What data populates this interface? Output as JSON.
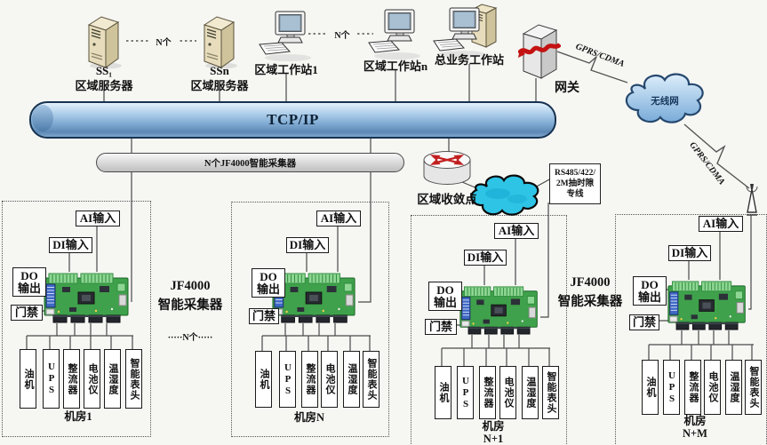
{
  "diagram": {
    "buses": {
      "tcpip_label": "TCP/IP",
      "collector_bus_label": "N个JF4000智能采集器"
    },
    "servers": {
      "s1_title": "SS₁",
      "s1_label": "区域服务器",
      "sn_title": "SSn",
      "sn_label": "区域服务器",
      "repeat_note": "N个"
    },
    "workstations": {
      "ws1_label": "区域工作站1",
      "wsn_label": "区域工作站n",
      "repeat_note": "N个",
      "biz_label": "总业务工作站"
    },
    "gateway_label": "网关",
    "wireless": {
      "cloud_label": "无线网",
      "gprs_up_label": "GPRS/CDMA",
      "gprs_down_label": "GPRS/CDMA"
    },
    "convergence": {
      "router_label": "区域收敛点",
      "line_box_lines": [
        "RS485/422/",
        "2M抽时隙",
        "专线"
      ]
    },
    "collector_groups": {
      "left_title": "JF4000",
      "left_subtitle": "智能采集器",
      "left_note": "·····N个·····",
      "right_title": "JF4000",
      "right_subtitle": "智能采集器"
    },
    "rooms": [
      {
        "name": [
          "机房1"
        ],
        "ai": "AI输入",
        "di": "DI输入",
        "do": [
          "DO",
          "输出"
        ],
        "door": "门禁",
        "devices": [
          "油机",
          "UPS",
          "整流器",
          "电池仪",
          "温湿度",
          "智能表头"
        ]
      },
      {
        "name": [
          "机房N"
        ],
        "ai": "AI输入",
        "di": "DI输入",
        "do": [
          "DO",
          "输出"
        ],
        "door": "门禁",
        "devices": [
          "油机",
          "UPS",
          "整流器",
          "电池仪",
          "温湿度",
          "智能表头"
        ]
      },
      {
        "name": [
          "机房",
          "N+1"
        ],
        "ai": "AI输入",
        "di": "DI输入",
        "do": [
          "DO",
          "输出"
        ],
        "door": "门禁",
        "devices": [
          "油机",
          "UPS",
          "整流器",
          "电池仪",
          "温湿度",
          "智能表头"
        ]
      },
      {
        "name": [
          "机房",
          "N+M"
        ],
        "ai": "AI输入",
        "di": "DI输入",
        "do": [
          "DO",
          "输出"
        ],
        "door": "门禁",
        "devices": [
          "油机",
          "UPS",
          "整流器",
          "电池仪",
          "温湿度",
          "智能表头"
        ]
      }
    ]
  }
}
